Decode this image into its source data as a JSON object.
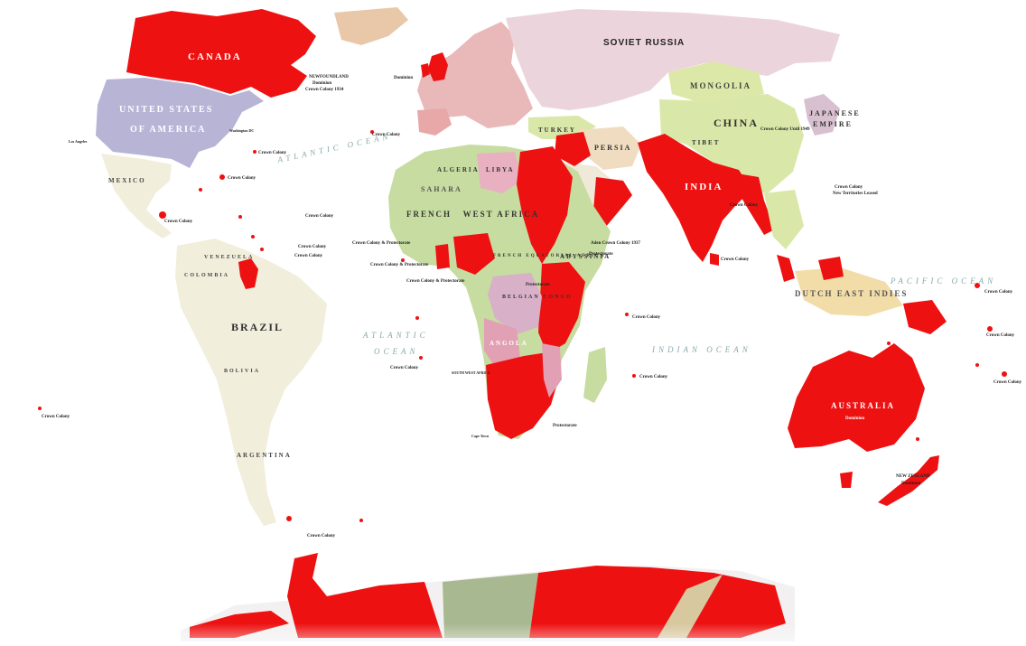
{
  "colors": {
    "british": "#ee1111",
    "us": "#b8b4d6",
    "soviet": "#ecd4dc",
    "china": "#d9e8a8",
    "french": "#c7dca0",
    "latin": "#f2eedc",
    "ocean": "#ffffff",
    "europe": "#e9b8b8",
    "belgian": "#d8b0c8",
    "portuguese": "#e2a0b4",
    "italian": "#e8b0c0",
    "greenland": "#e8c8a8"
  },
  "labels": {
    "soviet_russia": "SOVIET RUSSIA",
    "mongolia": "MONGOLIA",
    "china": "CHINA",
    "japanese_empire_1": "JAPANESE",
    "japanese_empire_2": "EMPIRE",
    "persia": "PERSIA",
    "turkey": "TURKEY",
    "tibet": "TIBET",
    "india": "INDIA",
    "canada": "CANADA",
    "united_states_1": "UNITED STATES",
    "united_states_2": "OF AMERICA",
    "mexico": "MEXICO",
    "brazil": "BRAZIL",
    "venezuela": "VENEZUELA",
    "colombia": "COLOMBIA",
    "bolivia": "BOLIVIA",
    "argentina": "ARGENTINA",
    "algeria": "ALGERIA",
    "libya": "LIBYA",
    "sahara": "SAHARA",
    "french_west_africa": "FRENCH   WEST AFRICA",
    "french_equatorial_africa": "FRENCH EQUATORIAL AFRICA",
    "belgian_congo": "BELGIAN CONGO",
    "angola": "ANGOLA",
    "abyssinia": "ABYSSINIA",
    "australia": "AUSTRALIA",
    "new_zealand": "NEW ZEALAND",
    "dutch_east_indies": "DUTCH EAST INDIES",
    "atlantic_ocean_north": "ATLANTIC OCEAN",
    "atlantic_ocean_south_1": "ATLANTIC",
    "atlantic_ocean_south_2": "OCEAN",
    "indian_ocean": "INDIAN OCEAN",
    "pacific_ocean": "PACIFIC OCEAN"
  },
  "annotations": {
    "crown_colony": "Crown Colony",
    "dominion": "Dominion",
    "protectorate": "Protectorate",
    "crown_colony_protectorate": "Crown Colony & Protectorate",
    "newfoundland_1": "NEWFOUNDLAND",
    "newfoundland_2": "Dominion",
    "newfoundland_3": "Crown Colony 1934",
    "ireland": "Dominion",
    "crown_colony_until_1949": "Crown Colony Until 1949",
    "new_territories": "New Territories Leased",
    "south_west_africa": "SOUTH WEST AFRICA",
    "cape_town": "Cape Town",
    "los_angeles": "Los Angeles",
    "washington": "Washington DC",
    "aden": "Aden Crown Colony 1937",
    "dominion_au": "Dominion",
    "dominion_nz": "Dominion"
  }
}
